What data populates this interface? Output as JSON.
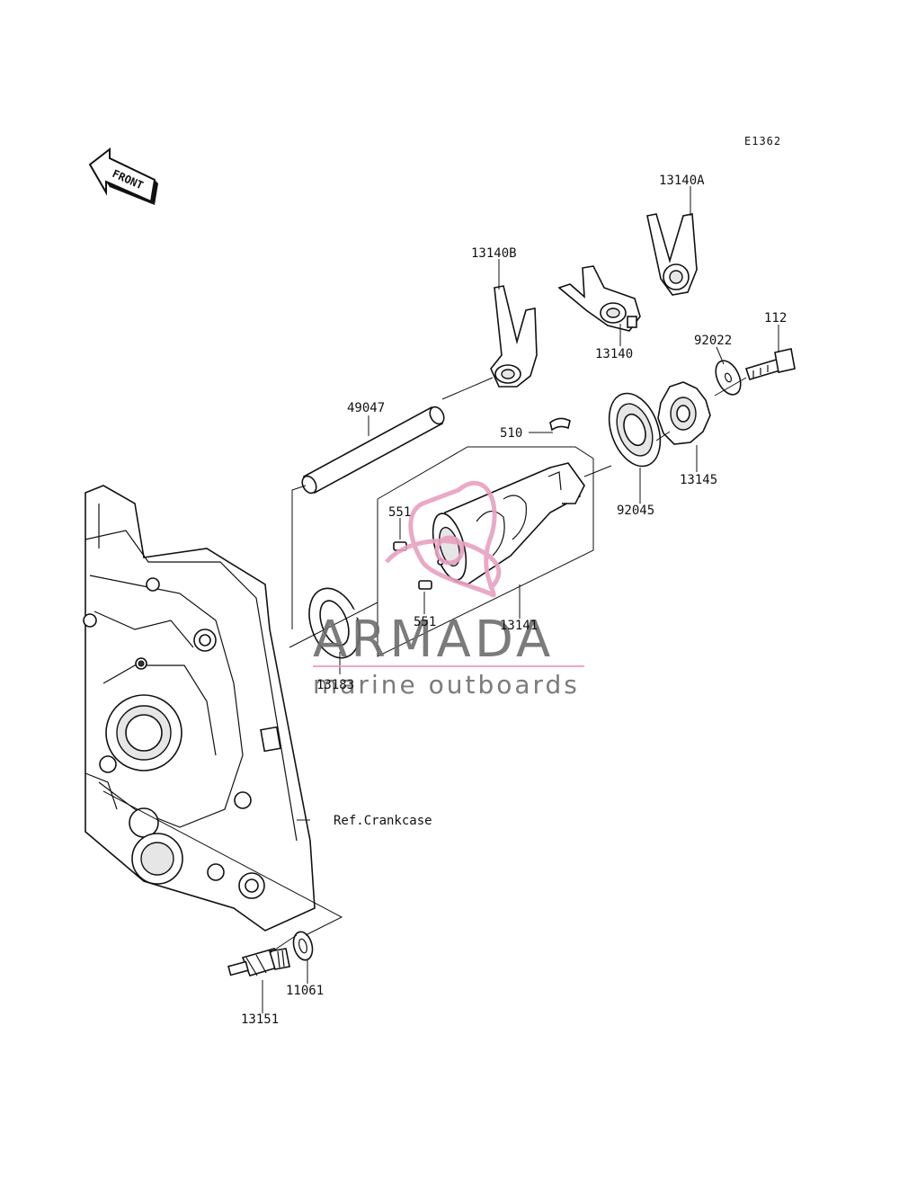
{
  "diagram_code": "E1362",
  "front_label": "FRONT",
  "ref_crankcase": "Ref.Crankcase",
  "parts": {
    "p13140A": "13140A",
    "p13140B": "13140B",
    "p13140": "13140",
    "p112": "112",
    "p92022": "92022",
    "p49047": "49047",
    "p510": "510",
    "p13145": "13145",
    "p92045": "92045",
    "p551a": "551",
    "p551b": "551",
    "p13141": "13141",
    "p13183": "13183",
    "p11061": "11061",
    "p13151": "13151"
  },
  "watermark": {
    "brand": "ARMADA",
    "tagline": "marine outboards",
    "accent_color": "#e8a0c0",
    "text_color": "#6d6d6d"
  }
}
